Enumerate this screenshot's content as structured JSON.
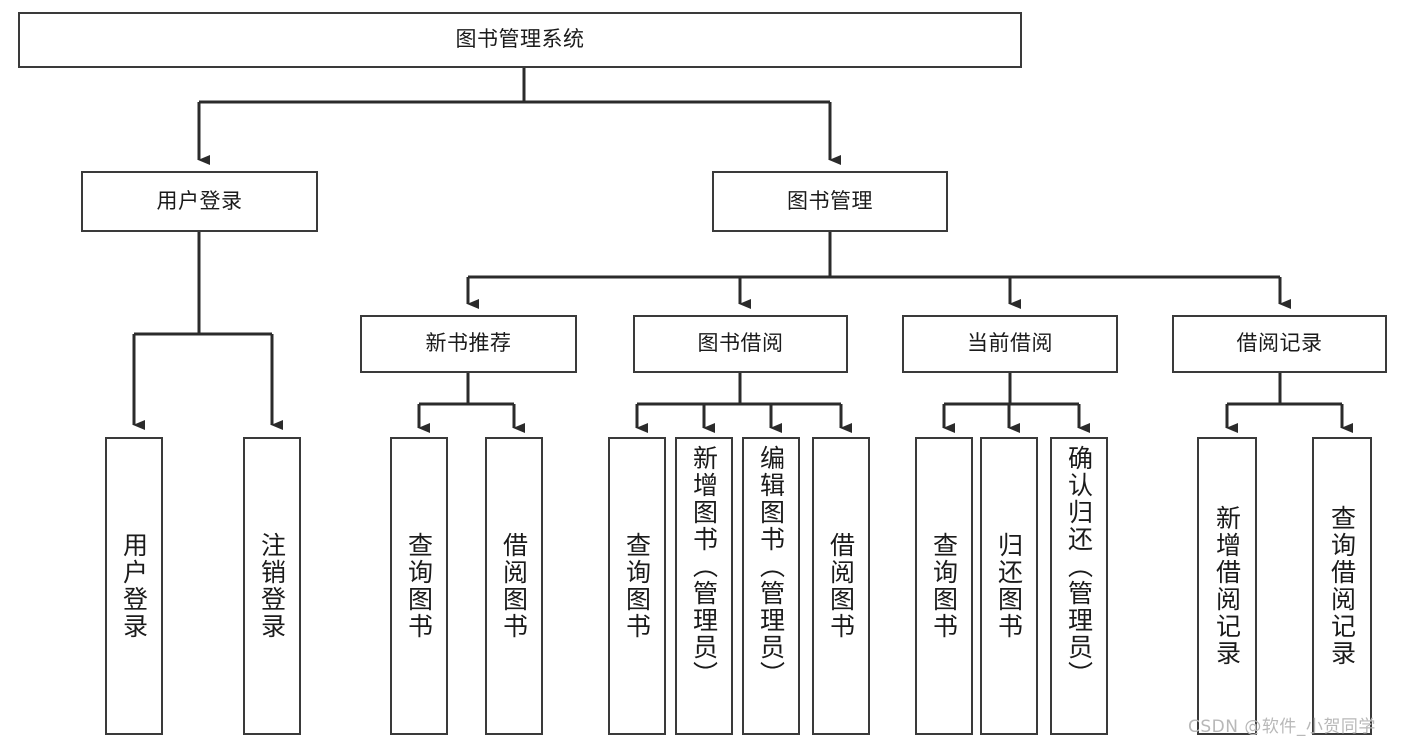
{
  "diagram": {
    "title": "图书管理系统",
    "type": "tree-hierarchy",
    "levels": 4,
    "root": {
      "id": "root",
      "label": "图书管理系统"
    },
    "level2": [
      {
        "id": "user-login",
        "label": "用户登录"
      },
      {
        "id": "book-management",
        "label": "图书管理"
      }
    ],
    "level3": [
      {
        "id": "new-book-recommend",
        "label": "新书推荐",
        "parent": "book-management"
      },
      {
        "id": "book-borrow",
        "label": "图书借阅",
        "parent": "book-management"
      },
      {
        "id": "current-borrow",
        "label": "当前借阅",
        "parent": "book-management"
      },
      {
        "id": "borrow-record",
        "label": "借阅记录",
        "parent": "book-management"
      }
    ],
    "leaves": [
      {
        "id": "leaf-user-login",
        "label": "用户登录",
        "parent": "user-login"
      },
      {
        "id": "leaf-logout-login",
        "label": "注销登录",
        "parent": "user-login"
      },
      {
        "id": "leaf-query-book-1",
        "label": "查询图书",
        "parent": "new-book-recommend"
      },
      {
        "id": "leaf-borrow-book-1",
        "label": "借阅图书",
        "parent": "new-book-recommend"
      },
      {
        "id": "leaf-query-book-2",
        "label": "查询图书",
        "parent": "book-borrow"
      },
      {
        "id": "leaf-add-book",
        "label": "新增图书（管理员）",
        "parent": "book-borrow"
      },
      {
        "id": "leaf-edit-book",
        "label": "编辑图书（管理员）",
        "parent": "book-borrow"
      },
      {
        "id": "leaf-borrow-book-2",
        "label": "借阅图书",
        "parent": "book-borrow"
      },
      {
        "id": "leaf-query-book-3",
        "label": "查询图书",
        "parent": "current-borrow"
      },
      {
        "id": "leaf-return-book",
        "label": "归还图书",
        "parent": "current-borrow"
      },
      {
        "id": "leaf-confirm-return",
        "label": "确认归还（管理员）",
        "parent": "current-borrow"
      },
      {
        "id": "leaf-add-record",
        "label": "新增借阅记录",
        "parent": "borrow-record"
      },
      {
        "id": "leaf-query-record",
        "label": "查询借阅记录",
        "parent": "borrow-record"
      }
    ]
  },
  "watermark": {
    "text": "CSDN @软件_小贺同学"
  },
  "colors": {
    "border": "#3a3a3a",
    "background": "#ffffff",
    "text": "#1b1b1b",
    "watermark": "#b8b8b8"
  }
}
